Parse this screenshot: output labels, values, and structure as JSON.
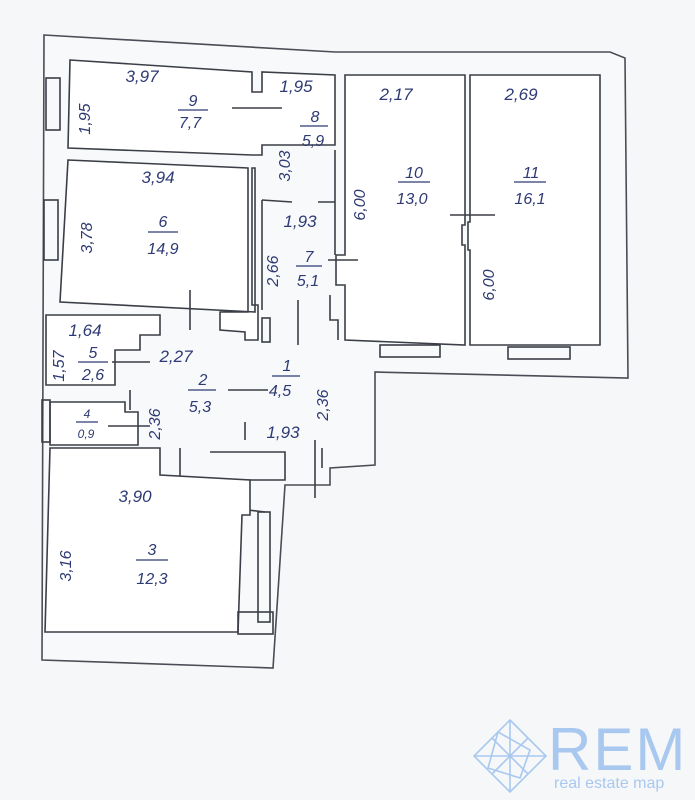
{
  "rooms": [
    {
      "id": "9",
      "area": "7,7"
    },
    {
      "id": "8",
      "area": "5,9"
    },
    {
      "id": "10",
      "area": "13,0"
    },
    {
      "id": "11",
      "area": "16,1"
    },
    {
      "id": "6",
      "area": "14,9"
    },
    {
      "id": "7",
      "area": "5,1"
    },
    {
      "id": "5",
      "area": "2,6"
    },
    {
      "id": "1",
      "area": "4,5"
    },
    {
      "id": "2",
      "area": "5,3"
    },
    {
      "id": "4",
      "area": "0,9"
    },
    {
      "id": "3",
      "area": "12,3"
    }
  ],
  "dims": {
    "r9_w": "3,97",
    "r9_h": "1,95",
    "r8_w": "1,95",
    "r8_h": "3,03",
    "r10_w": "2,17",
    "r10_h": "6,00",
    "r11_w": "2,69",
    "r11_h": "6,00",
    "r6_w": "3,94",
    "r6_h": "3,78",
    "r7_w": "1,93",
    "r7_h": "2,66",
    "r5_w": "1,64",
    "r5_h": "1,57",
    "r2_w": "2,27",
    "r2_h": "2,36",
    "r1_w": "1,93",
    "r1_h": "2,36",
    "r3_w": "3,90",
    "r3_h": "3,16"
  },
  "logo": {
    "brand": "REM",
    "tagline": "real estate map"
  },
  "colors": {
    "ink": "#2e3a73",
    "wall": "#3b3e46",
    "logo": "#a9c8ef"
  }
}
